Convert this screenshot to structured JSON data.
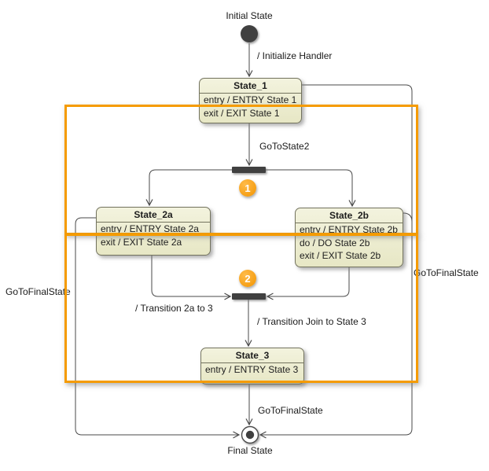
{
  "diagram": {
    "type": "uml-state-machine",
    "nodes": {
      "initial": {
        "label": "Initial State"
      },
      "final": {
        "label": "Final State"
      }
    },
    "states": [
      {
        "title": "State_1",
        "lines": [
          "entry / ENTRY State 1",
          "exit / EXIT State 1"
        ]
      },
      {
        "title": "State_2a",
        "lines": [
          "entry / ENTRY State 2a",
          "exit / EXIT State 2a"
        ]
      },
      {
        "title": "State_2b",
        "lines": [
          "entry / ENTRY State 2b",
          "do / DO State 2b",
          "exit / EXIT State 2b"
        ]
      },
      {
        "title": "State_3",
        "lines": [
          "entry / ENTRY State 3"
        ]
      }
    ],
    "transitions": {
      "initialize_handler": "/ Initialize Handler",
      "go_to_state2": "GoToState2",
      "transition_2a_to_3": "/ Transition 2a to 3",
      "transition_join_to_state3": "/ Transition Join to State 3",
      "go_to_final_state_bottom": "GoToFinalState",
      "go_to_final_state_left": "GoToFinalState",
      "go_to_final_state_right": "GoToFinalState"
    },
    "badges": [
      {
        "number": "1"
      },
      {
        "number": "2"
      }
    ],
    "colors": {
      "highlight_orange": "#F59B00",
      "state_fill": "#EBEBCC",
      "state_border": "#73735E",
      "node_fill": "#3F3F3F",
      "connector": "#4A4A4A"
    }
  }
}
